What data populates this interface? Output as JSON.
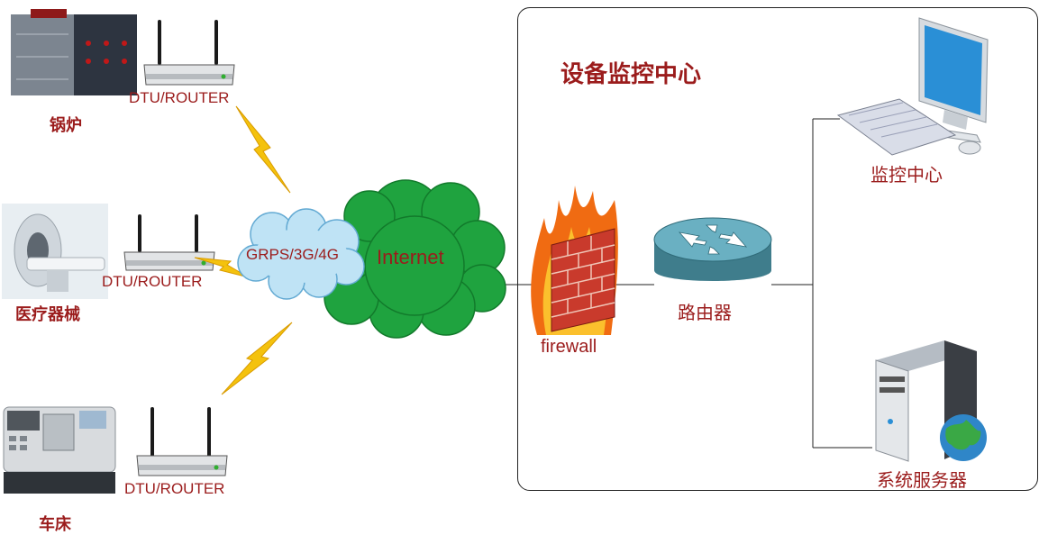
{
  "center": {
    "title": "设备监控中心",
    "firewall_label": "firewall",
    "router_label": "路由器",
    "monitor_label": "监控中心",
    "server_label": "系统服务器"
  },
  "network": {
    "cloud_label": "GRPS/3G/4G",
    "internet_label": "Internet"
  },
  "devices": [
    {
      "name": "锅炉",
      "router_label": "DTU/ROUTER"
    },
    {
      "name": "医疗器械",
      "router_label": "DTU/ROUTER"
    },
    {
      "name": "车床",
      "router_label": "DTU/ROUTER"
    }
  ],
  "icons": [
    "boiler-icon",
    "router-icon",
    "medical-device-icon",
    "lathe-icon",
    "lightning-icon",
    "cloud-icon",
    "internet-cloud-icon",
    "firewall-icon",
    "network-router-icon",
    "computer-icon",
    "server-icon"
  ],
  "colors": {
    "label": "#9b1c1c",
    "grps_cloud": "#bfe3f5",
    "internet_cloud": "#1fa33f",
    "lightning": "#f4c20d"
  }
}
